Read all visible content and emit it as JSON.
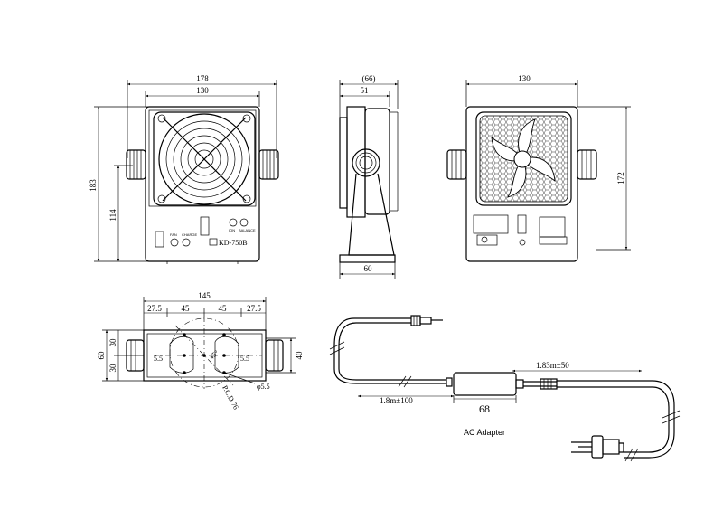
{
  "front": {
    "w_total": "178",
    "w_body": "130",
    "h_total": "183",
    "h_mid": "114",
    "model": "KD-750B",
    "knob_labels": [
      "ION",
      "BALANCE"
    ],
    "btn_labels": [
      "FAN",
      "CHARGE"
    ]
  },
  "side": {
    "depth_top": "(66)",
    "depth_mid": "51",
    "depth_base": "60"
  },
  "rear": {
    "width": "130",
    "height": "172"
  },
  "top": {
    "w_total": "145",
    "seg1": "27.5",
    "seg2": "45",
    "seg3": "45",
    "seg4": "27.5",
    "h_total": "60",
    "h_top": "30",
    "h_bot": "30",
    "h_right": "40",
    "hole_l": "5.5",
    "hole_r": "5.5",
    "hole_d": "φ5.5",
    "pcd": "P.C.D 76",
    "angle": "45°"
  },
  "adapter": {
    "cable_out": "1.83m±50",
    "cable_in": "1.8m±100",
    "width": "68",
    "label": "AC Adapter"
  }
}
